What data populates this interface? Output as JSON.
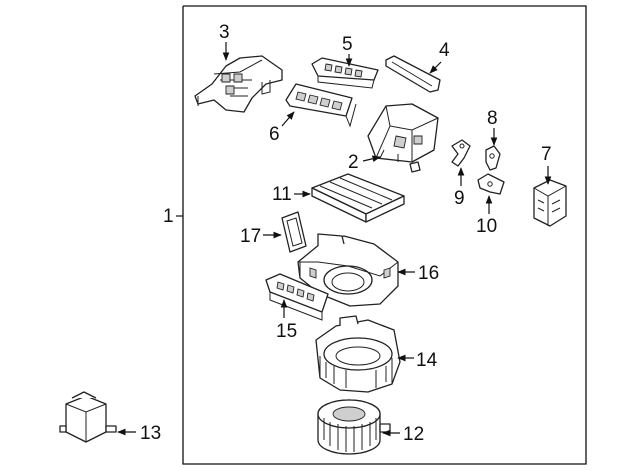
{
  "assembly_label": "1",
  "callouts": {
    "c2": "2",
    "c3": "3",
    "c4": "4",
    "c5": "5",
    "c6": "6",
    "c7": "7",
    "c8": "8",
    "c9": "9",
    "c10": "10",
    "c11": "11",
    "c12": "12",
    "c13": "13",
    "c14": "14",
    "c15": "15",
    "c16": "16",
    "c17": "17"
  },
  "icons": {
    "c2": "heater-core-housing-icon",
    "c3": "air-duct-icon",
    "c4": "seal-gasket-icon",
    "c5": "vent-grille-icon",
    "c6": "air-door-panel-icon",
    "c7": "control-module-icon",
    "c8": "linkage-lever-icon",
    "c9": "linkage-arm-icon",
    "c10": "bracket-icon",
    "c11": "cabin-air-filter-icon",
    "c12": "blower-motor-icon",
    "c13": "resistor-icon",
    "c14": "blower-case-lower-icon",
    "c15": "filter-cover-icon",
    "c16": "blower-case-upper-icon",
    "c17": "filter-seal-icon"
  }
}
